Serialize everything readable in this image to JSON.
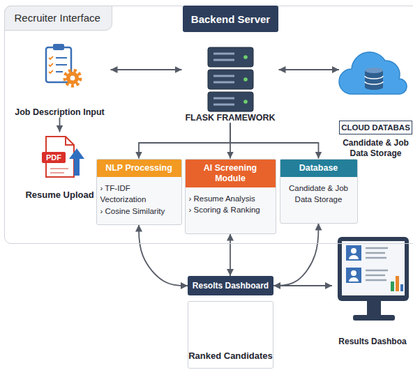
{
  "diagram": {
    "nodes": [
      {
        "text": [
          "Recruiter Interface"
        ]
      },
      {
        "text": [
          "Backend Server"
        ]
      },
      {
        "text": [
          "Job Description Input"
        ],
        "in": 0
      },
      {
        "text": [
          "Resume Upload"
        ],
        "in": 0
      },
      {
        "text": [
          "FLASK FRAMEWORK"
        ],
        "in": 0
      },
      {
        "text": [
          "CLOUD DATABAS",
          "Candidate & Job Data Storage"
        ],
        "in": 0
      },
      {
        "text": [
          "NLP Processing",
          "› TF-IDF Vectorization",
          "› Cosine Similarity"
        ],
        "in": 0
      },
      {
        "text": [
          "AI Screening Module",
          "› Resume Analysis",
          "› Scoring & Ranking"
        ],
        "in": 0
      },
      {
        "text": [
          "Database",
          "Candidate & Job Data Storage"
        ],
        "in": 0
      },
      {
        "text": [
          "Resolts Dashboard"
        ]
      },
      {
        "text": [
          "Ranked Candidates"
        ]
      },
      {
        "text": [
          "Results Dashboa"
        ]
      }
    ],
    "edges": [
      {
        "from": 2,
        "to": 4,
        "arrow": "both"
      },
      {
        "from": 4,
        "to": 5,
        "arrow": "both"
      },
      {
        "from": 2,
        "to": 3,
        "arrow": "to"
      },
      {
        "from": 4,
        "to": 6,
        "arrow": "to"
      },
      {
        "from": 4,
        "to": 7,
        "arrow": "to"
      },
      {
        "from": 4,
        "to": 8,
        "arrow": "to"
      },
      {
        "from": 6,
        "to": 9,
        "arrow": "both"
      },
      {
        "from": 7,
        "to": 9,
        "arrow": "both"
      },
      {
        "from": 8,
        "to": 9,
        "arrow": "both"
      },
      {
        "from": 9,
        "to": 11,
        "arrow": "to"
      }
    ],
    "labels": [
      "PDF"
    ]
  }
}
